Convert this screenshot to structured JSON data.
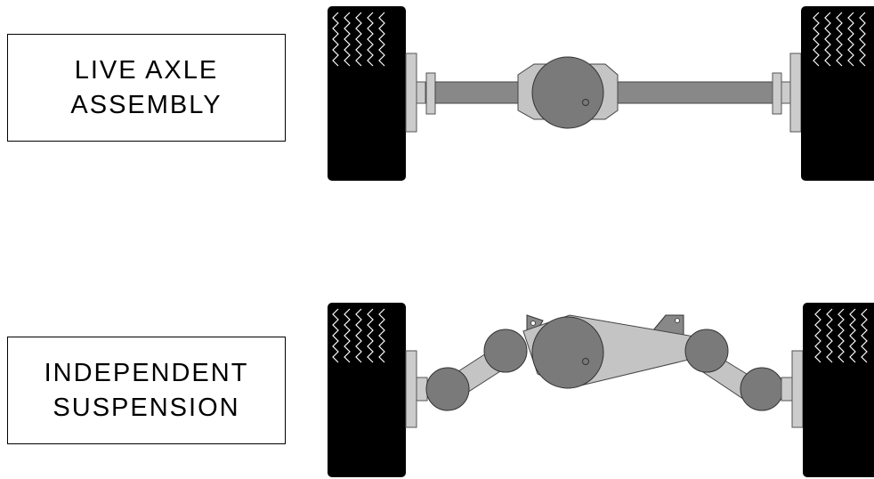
{
  "labels": {
    "live_axle": {
      "line1": "LIVE AXLE",
      "line2": "ASSEMBLY"
    },
    "independent": {
      "line1": "INDEPENDENT",
      "line2": "SUSPENSION"
    }
  },
  "colors": {
    "tire": "#000000",
    "tread": "#ffffff",
    "hub": "#cccccc",
    "axle_tube": "#888888",
    "housing": "#c4c4c4",
    "diff_ball": "#7a7a7a",
    "stroke": "#333333"
  }
}
